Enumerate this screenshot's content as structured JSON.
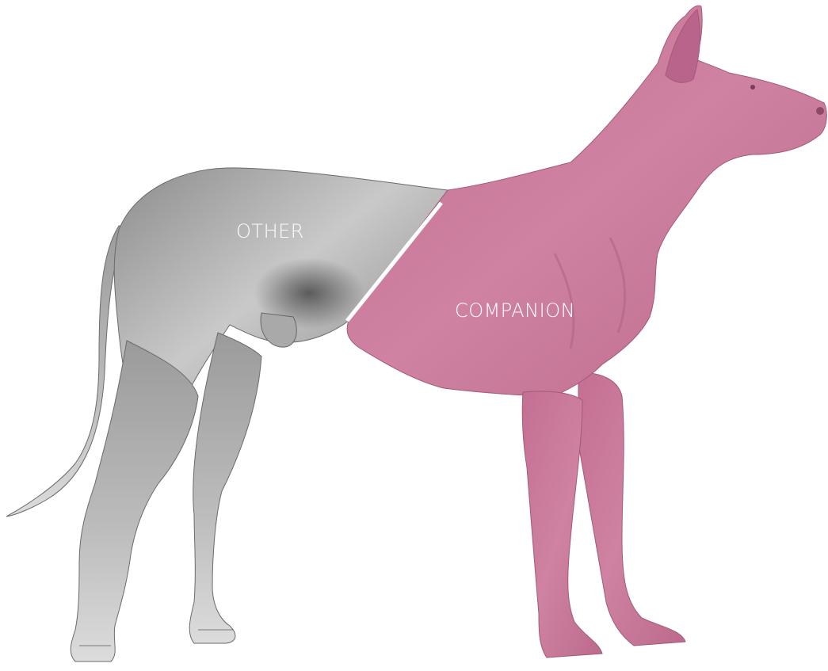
{
  "diagram": {
    "labels": {
      "other": "OTHER",
      "companion": "COMPANION"
    },
    "colors": {
      "background": "#ffffff",
      "other_region": "#9a9a9a",
      "other_region_dark": "#5f5f5f",
      "other_region_light": "#d2d2d2",
      "companion_region": "#c9789a",
      "companion_region_dark": "#a85b7c",
      "divider": "#ffffff"
    },
    "regions": [
      {
        "id": "other",
        "label_key": "other",
        "description_color": "grey"
      },
      {
        "id": "companion",
        "label_key": "companion",
        "description_color": "pink"
      }
    ]
  }
}
